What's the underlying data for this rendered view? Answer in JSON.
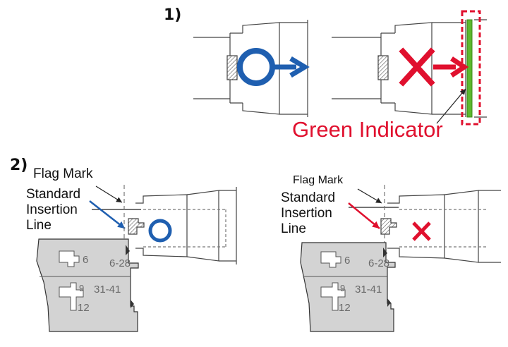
{
  "steps": [
    {
      "number": "1)"
    },
    {
      "number": "2)"
    }
  ],
  "labels": {
    "green_indicator": "Green Indicator",
    "flag_mark": "Flag Mark",
    "standard_insertion_line": [
      "Standard",
      "Insertion",
      "Line"
    ]
  },
  "gauge": {
    "slot_size_small": "6",
    "slot_size_large_top": "9",
    "slot_size_large_bottom": "12",
    "range_small": "6-28",
    "range_large": "31-41"
  },
  "colors": {
    "correct": "#1f5fb0",
    "incorrect": "#e0102e",
    "indicator": "#5cb82e",
    "gauge_fill": "#d3d3d3",
    "line": "#333333"
  },
  "icons": {
    "correct": "circle-o-icon",
    "incorrect": "cross-x-icon"
  }
}
